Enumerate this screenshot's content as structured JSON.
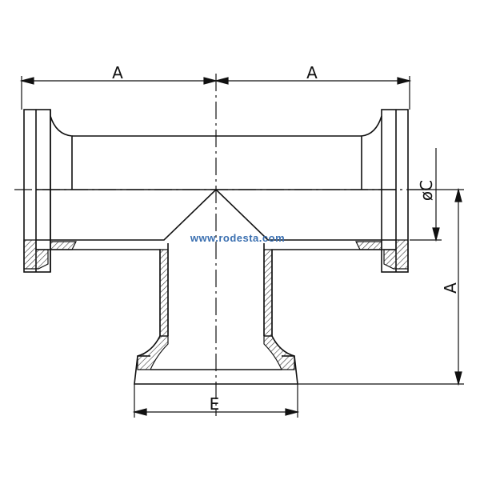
{
  "labels": {
    "dim_a_left": "A",
    "dim_a_right": "A",
    "dim_a_vertical": "A",
    "dim_c": "øC",
    "dim_e": "E"
  },
  "watermark": "www.rodesta.com",
  "colors": {
    "line": "#111111",
    "hatch": "#333333",
    "watermark": "#3a6fb0"
  }
}
